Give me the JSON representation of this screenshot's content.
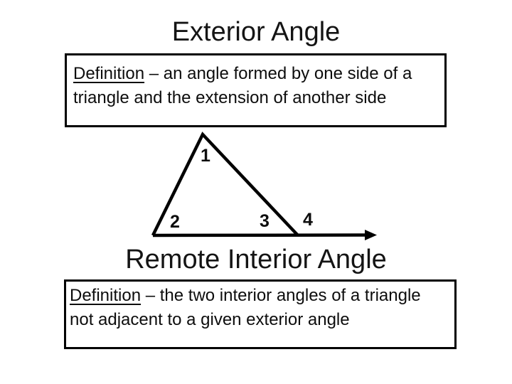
{
  "colors": {
    "background": "#ffffff",
    "ink": "#000000"
  },
  "exterior": {
    "title": "Exterior Angle",
    "definition_term": "Definition",
    "definition_line1_rest": " – an angle formed by one side of a",
    "definition_line2": "triangle and the extension of another side"
  },
  "diagram": {
    "type": "triangle-with-extended-base",
    "stroke_color": "#000000",
    "labels": [
      {
        "text": "1",
        "role": "apex-interior-angle"
      },
      {
        "text": "2",
        "role": "left-interior-angle"
      },
      {
        "text": "3",
        "role": "right-interior-angle"
      },
      {
        "text": "4",
        "role": "exterior-angle"
      }
    ]
  },
  "remote": {
    "title": "Remote Interior Angle",
    "definition_term": "Definition",
    "definition_line1_rest": " – the two interior angles of a triangle",
    "definition_line2": "not adjacent to a given exterior angle"
  }
}
